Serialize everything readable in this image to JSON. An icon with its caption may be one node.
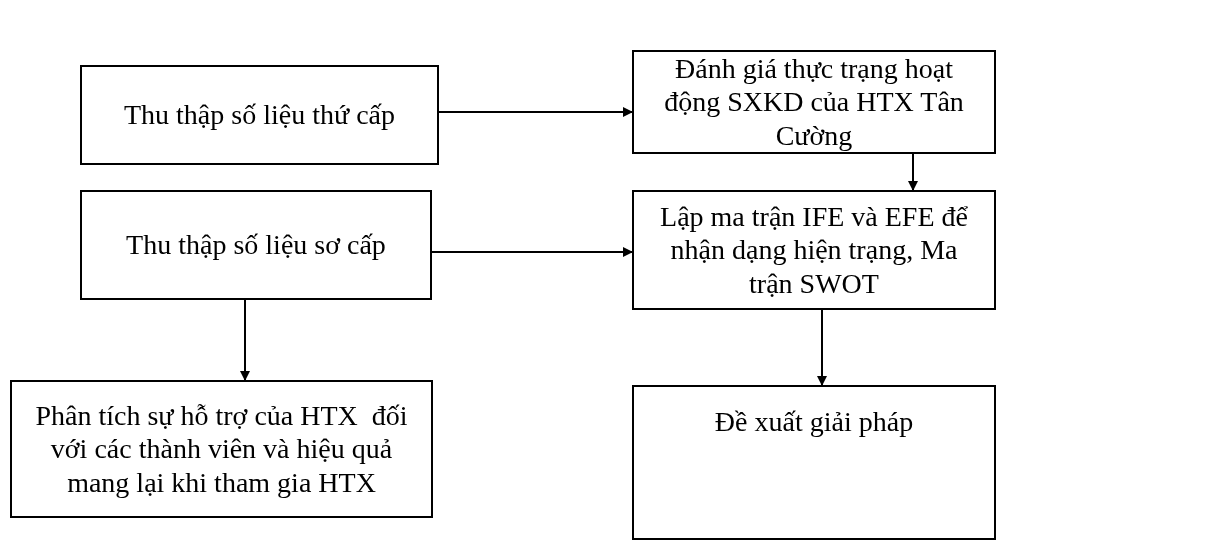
{
  "diagram": {
    "nodes": [
      {
        "text": [
          "Thu thập số liệu thứ cấp"
        ]
      },
      {
        "text": [
          "Đánh giá thực trạng hoạt động SXKD của HTX Tân Cường"
        ]
      },
      {
        "text": [
          "Thu thập số liệu sơ cấp"
        ]
      },
      {
        "text": [
          "Lập ma trận IFE và EFE để nhận dạng hiện trạng, Ma trận SWOT"
        ]
      },
      {
        "text": [
          "Phân tích sự hỗ trợ của HTX  đối với các thành viên và hiệu quả mang lại khi tham gia HTX"
        ]
      },
      {
        "text": [
          "Đề xuất giải pháp"
        ]
      }
    ],
    "edges": [
      {
        "from": 0,
        "to": 1,
        "arrow": "to"
      },
      {
        "from": 1,
        "to": 3,
        "arrow": "to"
      },
      {
        "from": 2,
        "to": 3,
        "arrow": "to"
      },
      {
        "from": 2,
        "to": 4,
        "arrow": "to"
      },
      {
        "from": 3,
        "to": 5,
        "arrow": "to"
      }
    ]
  }
}
